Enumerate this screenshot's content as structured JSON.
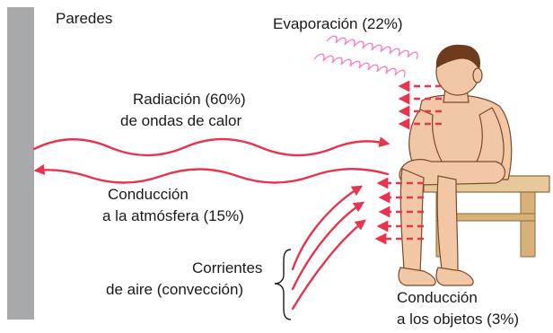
{
  "labels": {
    "walls": "Paredes",
    "evaporation": "Evaporación (22%)",
    "radiation_line1": "Radiación (60%)",
    "radiation_line2": "de ondas de calor",
    "conduction_air_line1": "Conducción",
    "conduction_air_line2": "a la atmósfera (15%)",
    "convection_line1": "Corrientes",
    "convection_line2": "de aire (convección)",
    "conduction_objects_line1": "Conducción",
    "conduction_objects_line2": "a los objetos (3%)"
  },
  "colors": {
    "arrow": "#e8344f",
    "coil": "#ef86c8",
    "wall": "#a7a9ab",
    "skin": "#f2c7a6",
    "hair": "#6e3b1c",
    "stool": "#e6c89a",
    "text": "#1a1a1a"
  }
}
